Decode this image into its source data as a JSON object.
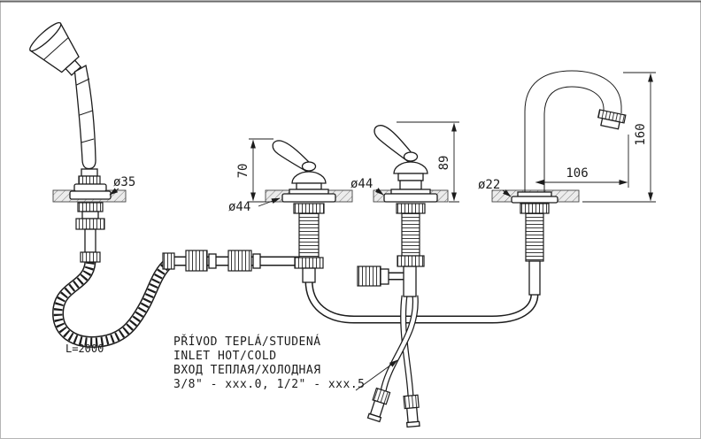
{
  "dims": {
    "shower_escutcheon": "ø35",
    "diverter_escutcheon": "ø44",
    "diverter_height": "70",
    "mixer_escutcheon": "ø44",
    "mixer_height": "89",
    "spout_tube": "ø22",
    "spout_reach": "106",
    "spout_height": "160",
    "hose_length": "L=2000"
  },
  "note": {
    "line1": "PŘÍVOD TEPLÁ/STUDENÁ",
    "line2": "INLET HOT/COLD",
    "line3": "ВХОД ТЕПЛАЯ/ХОЛОДНАЯ",
    "line4": "3/8\" - xxx.0,  1/2\" - xxx.5"
  },
  "colors": {
    "line": "#1c1c1c",
    "deck_fill": "#ececec",
    "background": "#ffffff"
  }
}
